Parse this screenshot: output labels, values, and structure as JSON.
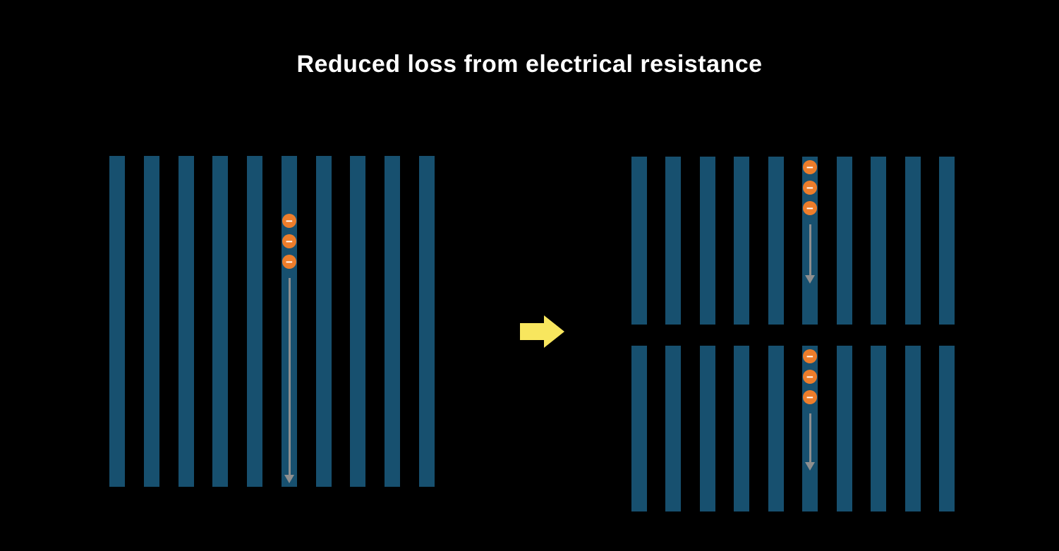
{
  "title": "Reduced loss from electrical resistance",
  "colors": {
    "background": "#000000",
    "title_text": "#ffffff",
    "bar": "#17506f",
    "electron": "#ed7d2b",
    "electron_symbol_color": "#ffffff",
    "flow_arrow": "#8f8f8f",
    "transform_arrow": "#f8e65e"
  },
  "panels": {
    "full_cell": {
      "bar_count": 10,
      "electron_count": 3,
      "electron_symbol": "−"
    },
    "half_cell_top": {
      "bar_count": 10,
      "electron_count": 3,
      "electron_symbol": "−"
    },
    "half_cell_bottom": {
      "bar_count": 10,
      "electron_count": 3,
      "electron_symbol": "−"
    }
  },
  "transform_arrow": {
    "direction": "right"
  }
}
